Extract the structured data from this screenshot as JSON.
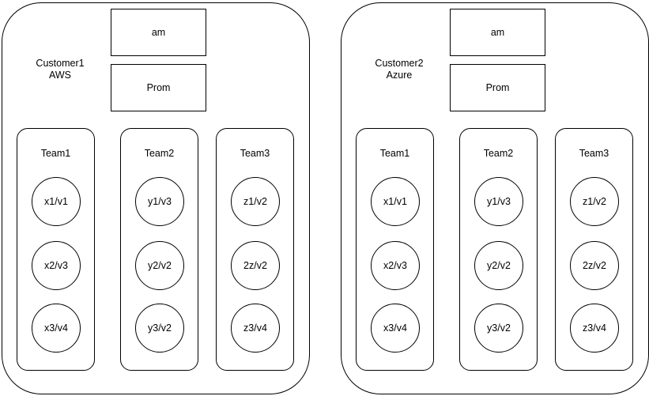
{
  "colors": {
    "background": "#ffffff",
    "stroke": "#000000",
    "text": "#000000"
  },
  "containers": [
    {
      "label_line1": "Customer1",
      "label_line2": "AWS",
      "am_label": "am",
      "prom_label": "Prom",
      "teams": [
        {
          "label": "Team1",
          "nodes": [
            "x1/v1",
            "x2/v3",
            "x3/v4"
          ]
        },
        {
          "label": "Team2",
          "nodes": [
            "y1/v3",
            "y2/v2",
            "y3/v2"
          ]
        },
        {
          "label": "Team3",
          "nodes": [
            "z1/v2",
            "2z/v2",
            "z3/v4"
          ]
        }
      ]
    },
    {
      "label_line1": "Customer2",
      "label_line2": "Azure",
      "am_label": "am",
      "prom_label": "Prom",
      "teams": [
        {
          "label": "Team1",
          "nodes": [
            "x1/v1",
            "x2/v3",
            "x3/v4"
          ]
        },
        {
          "label": "Team2",
          "nodes": [
            "y1/v3",
            "y2/v2",
            "y3/v2"
          ]
        },
        {
          "label": "Team3",
          "nodes": [
            "z1/v2",
            "2z/v2",
            "z3/v4"
          ]
        }
      ]
    }
  ]
}
